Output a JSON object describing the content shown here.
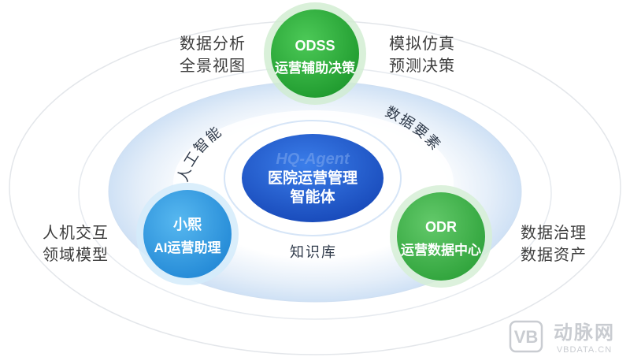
{
  "center": {
    "title_en": "HQ-Agent",
    "line1": "医院运营管理",
    "line2": "智能体"
  },
  "nodes": [
    {
      "title": "ODSS",
      "subtitle": "运营辅助决策",
      "color": "#2fae3c"
    },
    {
      "title": "小熙",
      "subtitle": "AI运营助理",
      "color": "#2f9be0"
    },
    {
      "title": "ODR",
      "subtitle": "运营数据中心",
      "color": "#3fb24a"
    }
  ],
  "ring_labels": [
    "人工智能",
    "数据要素",
    "知识库"
  ],
  "side_labels": {
    "top_left": [
      "数据分析",
      "全景视图"
    ],
    "top_right": [
      "模拟仿真",
      "预测决策"
    ],
    "left": [
      "人机交互",
      "领域模型"
    ],
    "right": [
      "数据治理",
      "数据资产"
    ]
  },
  "watermark": {
    "logo": "VB",
    "name": "动脉网",
    "domain": "VBDATA.CN"
  },
  "colors": {
    "center_blue": "#1f5fd6",
    "ring_blue": "#dbe9f8",
    "outline_gray": "#dfe3e8"
  }
}
